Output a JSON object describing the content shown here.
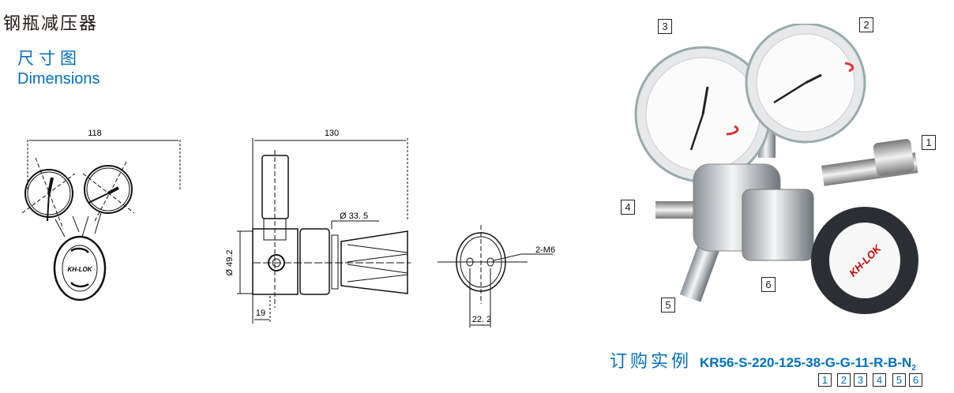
{
  "title": "钢瓶减压器",
  "section": {
    "cn": "尺寸图",
    "en": "Dimensions"
  },
  "drawings": {
    "front": {
      "width_dim": "118",
      "brand": "KH-LOK"
    },
    "side": {
      "length_dim": "130",
      "diameter_dim": "Ø 49.2",
      "knob_dim": "Ø 33. 5",
      "offset_dim": "19"
    },
    "rear": {
      "holes": "2-M6",
      "spacing_dim": "22. 2"
    }
  },
  "photo": {
    "brand": "KH-LOK",
    "callouts": [
      "1",
      "2",
      "3",
      "4",
      "5",
      "6"
    ]
  },
  "order_example": {
    "label": "订购实例",
    "code": "KR56-S-220-125-38-G-G-11-R-B-N",
    "subscript": "2",
    "positions": [
      "1",
      "2",
      "3",
      "4",
      "5",
      "6"
    ]
  },
  "colors": {
    "accent": "#0070c0",
    "text": "#231815"
  }
}
